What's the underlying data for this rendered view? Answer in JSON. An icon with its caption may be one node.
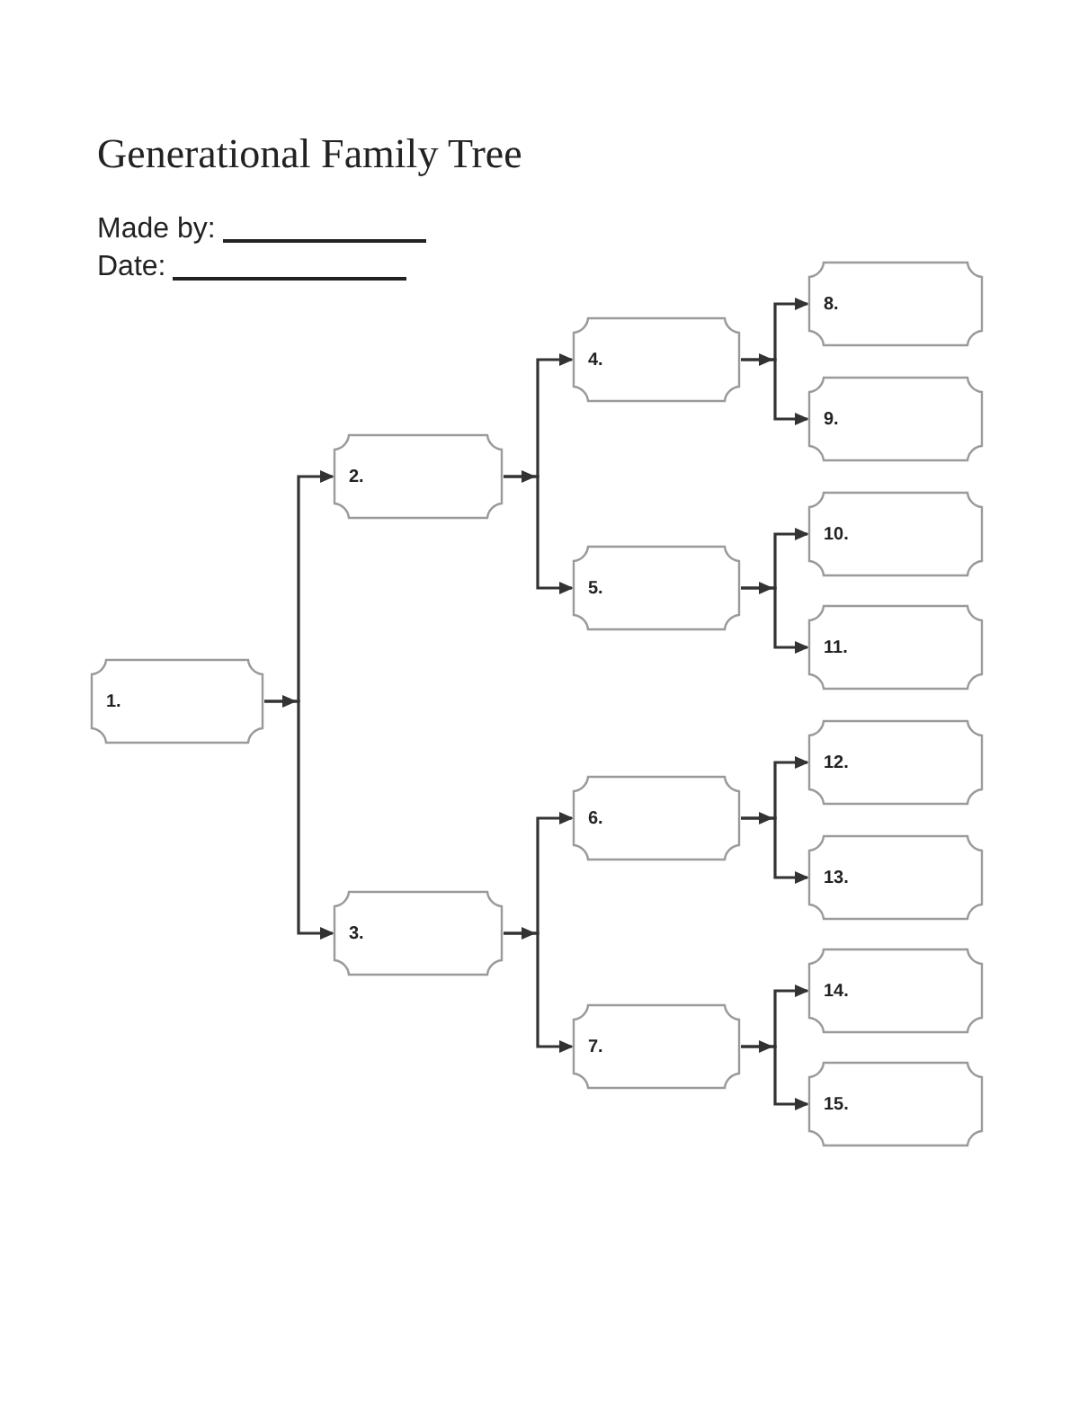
{
  "diagram": {
    "title": "Generational Family Tree",
    "nodes": [
      {
        "text": [
          "1."
        ]
      },
      {
        "text": [
          "2."
        ]
      },
      {
        "text": [
          "3."
        ]
      },
      {
        "text": [
          "4."
        ]
      },
      {
        "text": [
          "5."
        ]
      },
      {
        "text": [
          "6."
        ]
      },
      {
        "text": [
          "7."
        ]
      },
      {
        "text": [
          "8."
        ]
      },
      {
        "text": [
          "9."
        ]
      },
      {
        "text": [
          "10."
        ]
      },
      {
        "text": [
          "11."
        ]
      },
      {
        "text": [
          "12."
        ]
      },
      {
        "text": [
          "13."
        ]
      },
      {
        "text": [
          "14."
        ]
      },
      {
        "text": [
          "15."
        ]
      }
    ],
    "edges": [
      {
        "from": 0,
        "to": 1,
        "arrow": "to"
      },
      {
        "from": 0,
        "to": 2,
        "arrow": "to"
      },
      {
        "from": 1,
        "to": 3,
        "arrow": "to"
      },
      {
        "from": 1,
        "to": 4,
        "arrow": "to"
      },
      {
        "from": 2,
        "to": 5,
        "arrow": "to"
      },
      {
        "from": 2,
        "to": 6,
        "arrow": "to"
      },
      {
        "from": 3,
        "to": 7,
        "arrow": "to"
      },
      {
        "from": 3,
        "to": 8,
        "arrow": "to"
      },
      {
        "from": 4,
        "to": 9,
        "arrow": "to"
      },
      {
        "from": 4,
        "to": 10,
        "arrow": "to"
      },
      {
        "from": 5,
        "to": 11,
        "arrow": "to"
      },
      {
        "from": 5,
        "to": 12,
        "arrow": "to"
      },
      {
        "from": 6,
        "to": 13,
        "arrow": "to"
      },
      {
        "from": 6,
        "to": 14,
        "arrow": "to"
      }
    ],
    "labels": [
      "Made by:",
      "Date:"
    ]
  }
}
